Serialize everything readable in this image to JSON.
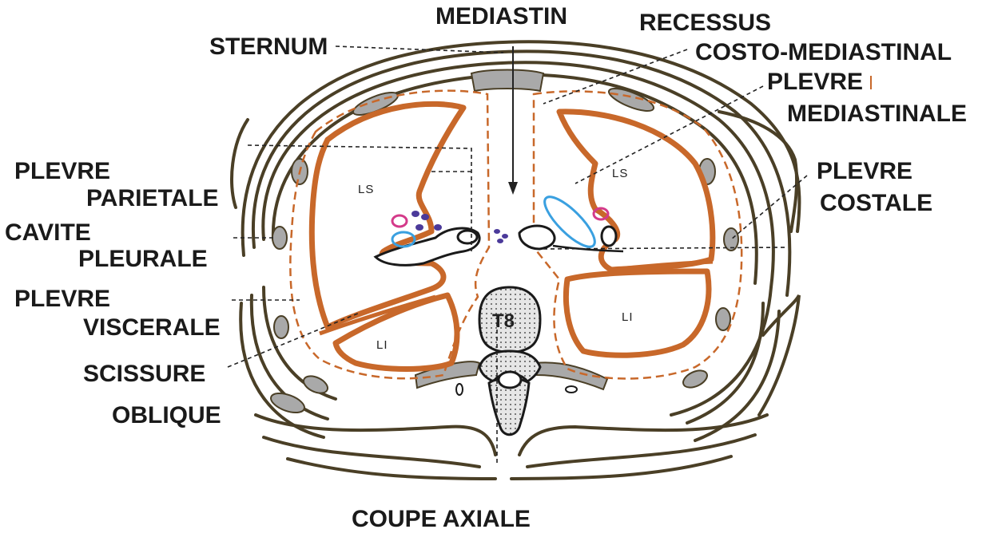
{
  "labels": {
    "mediastin": "MEDIASTIN",
    "recessus": "RECESSUS",
    "costo_mediastinal": "COSTO-MEDIASTINAL",
    "sternum": "STERNUM",
    "plevre_med_1": "PLEVRE",
    "plevre_med_2": "MEDIASTINALE",
    "plevre_cost_1": "PLEVRE",
    "plevre_cost_2": "COSTALE",
    "plevre_par_1": "PLEVRE",
    "plevre_par_2": "PARIETALE",
    "cavite_1": "CAVITE",
    "cavite_2": "PLEURALE",
    "plevre_visc_1": "PLEVRE",
    "plevre_visc_2": "VISCERALE",
    "scissure_1": "SCISSURE",
    "scissure_2": "OBLIQUE",
    "title": "COUPE AXIALE"
  },
  "lobes": {
    "ls_left": "LS",
    "ls_right": "LS",
    "li_left": "LI",
    "li_right": "LI",
    "vertebra": "T8"
  },
  "colors": {
    "ink": "#1a1a1a",
    "rib": "#4a3f26",
    "pleura": "#c8682a",
    "bone_fill": "#a9a9a9",
    "vessel_blue": "#3aa0e0",
    "vessel_pink": "#d43a8a",
    "node_purple": "#4b3a9a"
  }
}
